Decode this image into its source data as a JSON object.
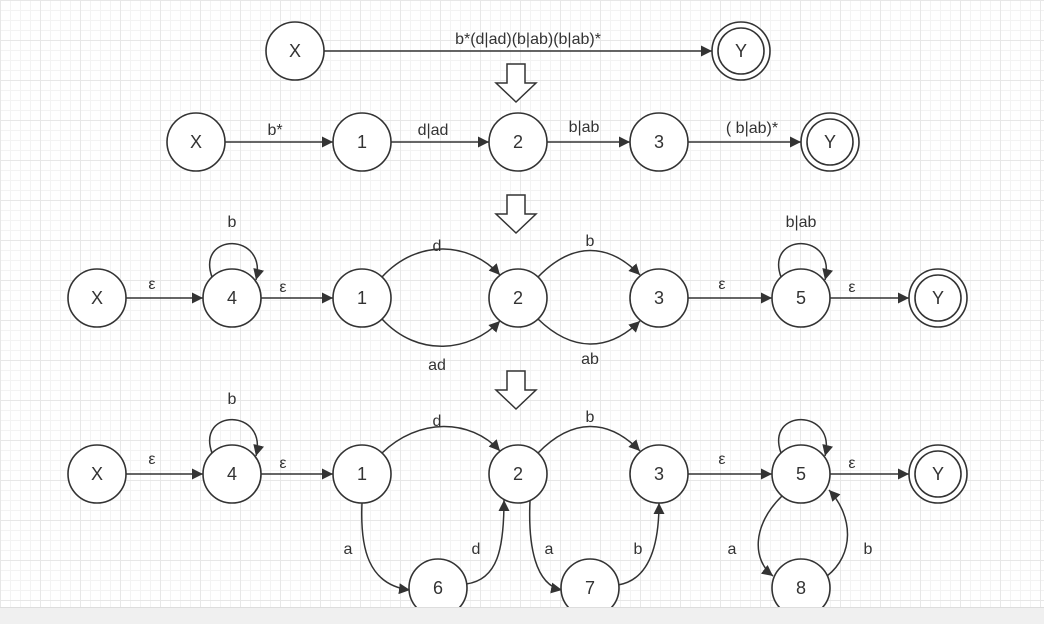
{
  "stages": [
    {
      "id": "stage-1",
      "nodes": [
        {
          "id": "s1-x",
          "label": "X",
          "accepting": false
        },
        {
          "id": "s1-y",
          "label": "Y",
          "accepting": true
        }
      ],
      "edges": [
        {
          "id": "s1-e1",
          "label": "b*(d|ad)(b|ab)(b|ab)*"
        }
      ]
    },
    {
      "id": "stage-2",
      "nodes": [
        {
          "id": "s2-x",
          "label": "X",
          "accepting": false
        },
        {
          "id": "s2-1",
          "label": "1",
          "accepting": false
        },
        {
          "id": "s2-2",
          "label": "2",
          "accepting": false
        },
        {
          "id": "s2-3",
          "label": "3",
          "accepting": false
        },
        {
          "id": "s2-y",
          "label": "Y",
          "accepting": true
        }
      ],
      "edges": [
        {
          "id": "s2-e1",
          "label": "b*"
        },
        {
          "id": "s2-e2",
          "label": "d|ad"
        },
        {
          "id": "s2-e3",
          "label": "b|ab"
        },
        {
          "id": "s2-e4",
          "label": "( b|ab)*"
        }
      ]
    },
    {
      "id": "stage-3",
      "nodes": [
        {
          "id": "s3-x",
          "label": "X",
          "accepting": false
        },
        {
          "id": "s3-4",
          "label": "4",
          "accepting": false
        },
        {
          "id": "s3-1",
          "label": "1",
          "accepting": false
        },
        {
          "id": "s3-2",
          "label": "2",
          "accepting": false
        },
        {
          "id": "s3-3",
          "label": "3",
          "accepting": false
        },
        {
          "id": "s3-5",
          "label": "5",
          "accepting": false
        },
        {
          "id": "s3-y",
          "label": "Y",
          "accepting": true
        }
      ],
      "edges": [
        {
          "id": "s3-e1",
          "label": "ε"
        },
        {
          "id": "s3-loop4",
          "label": "b"
        },
        {
          "id": "s3-e2",
          "label": "ε"
        },
        {
          "id": "s3-e3",
          "label": "d"
        },
        {
          "id": "s3-e4",
          "label": "ad"
        },
        {
          "id": "s3-e5",
          "label": "b"
        },
        {
          "id": "s3-e6",
          "label": "ab"
        },
        {
          "id": "s3-e7",
          "label": "ε"
        },
        {
          "id": "s3-loop5",
          "label": "b|ab"
        },
        {
          "id": "s3-e8",
          "label": "ε"
        }
      ]
    },
    {
      "id": "stage-4",
      "nodes": [
        {
          "id": "s4-x",
          "label": "X",
          "accepting": false
        },
        {
          "id": "s4-4",
          "label": "4",
          "accepting": false
        },
        {
          "id": "s4-1",
          "label": "1",
          "accepting": false
        },
        {
          "id": "s4-2",
          "label": "2",
          "accepting": false
        },
        {
          "id": "s4-3",
          "label": "3",
          "accepting": false
        },
        {
          "id": "s4-5",
          "label": "5",
          "accepting": false
        },
        {
          "id": "s4-y",
          "label": "Y",
          "accepting": true
        },
        {
          "id": "s4-6",
          "label": "6",
          "accepting": false
        },
        {
          "id": "s4-7",
          "label": "7",
          "accepting": false
        },
        {
          "id": "s4-8",
          "label": "8",
          "accepting": false
        }
      ],
      "edges": [
        {
          "id": "s4-e1",
          "label": "ε"
        },
        {
          "id": "s4-loop4",
          "label": "b"
        },
        {
          "id": "s4-e2",
          "label": "ε"
        },
        {
          "id": "s4-e3",
          "label": "d"
        },
        {
          "id": "s4-e4",
          "label": "a"
        },
        {
          "id": "s4-e5",
          "label": "d"
        },
        {
          "id": "s4-e6",
          "label": "b"
        },
        {
          "id": "s4-e7",
          "label": "a"
        },
        {
          "id": "s4-e8",
          "label": "b"
        },
        {
          "id": "s4-e9",
          "label": "ε"
        },
        {
          "id": "s4-loop5",
          "label": ""
        },
        {
          "id": "s4-e10",
          "label": "a"
        },
        {
          "id": "s4-e11",
          "label": "b"
        },
        {
          "id": "s4-e12",
          "label": "ε"
        }
      ]
    }
  ],
  "colors": {
    "stroke": "#333333",
    "fill": "#ffffff",
    "text": "#333333"
  }
}
